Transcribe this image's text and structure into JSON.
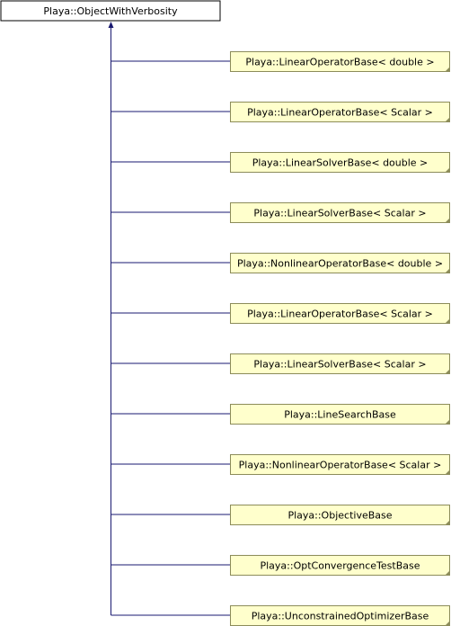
{
  "diagram": {
    "type": "class-inheritance",
    "base_class": {
      "label": "Playa::ObjectWithVerbosity",
      "fill": "#ffffff",
      "border": "#000000"
    },
    "derived_classes": [
      {
        "label": "Playa::LinearOperatorBase< double >"
      },
      {
        "label": "Playa::LinearOperatorBase< Scalar >"
      },
      {
        "label": "Playa::LinearSolverBase< double >"
      },
      {
        "label": "Playa::LinearSolverBase< Scalar >"
      },
      {
        "label": "Playa::NonlinearOperatorBase< double >"
      },
      {
        "label": "Playa::LinearOperatorBase< Scalar >"
      },
      {
        "label": "Playa::LinearSolverBase< Scalar >"
      },
      {
        "label": "Playa::LineSearchBase"
      },
      {
        "label": "Playa::NonlinearOperatorBase< Scalar >"
      },
      {
        "label": "Playa::ObjectiveBase"
      },
      {
        "label": "Playa::OptConvergenceTestBase"
      },
      {
        "label": "Playa::UnconstrainedOptimizerBase"
      }
    ],
    "colors": {
      "node_fill": "#ffffcc",
      "node_border": "#8c8c5a",
      "edge": "#191970",
      "corner_marker": "#8c8c5a"
    }
  }
}
